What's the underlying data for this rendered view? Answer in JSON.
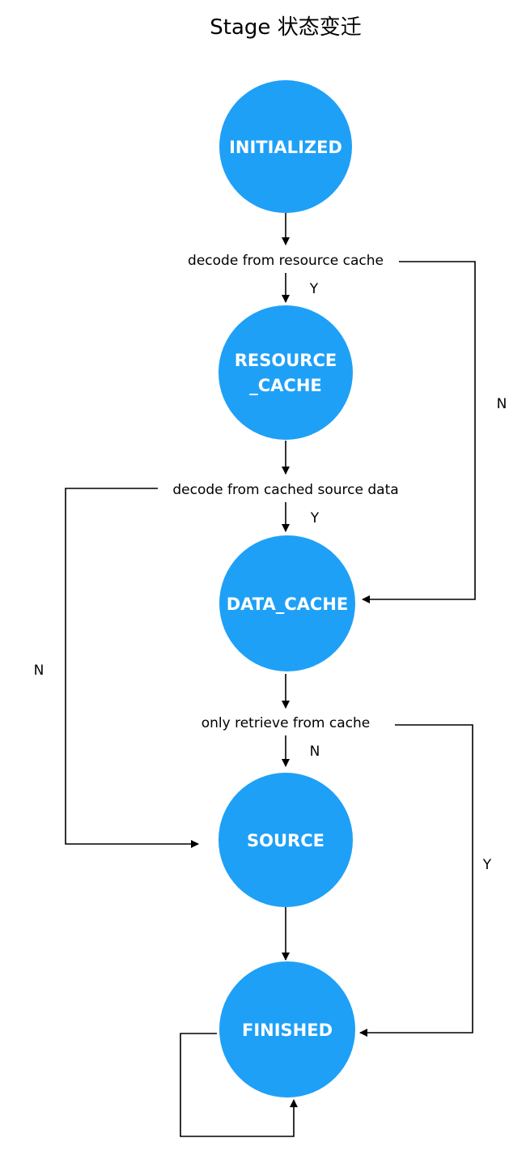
{
  "title": "Stage 状态变迁",
  "colors": {
    "node_fill": "#1ea0f7",
    "node_text": "#ffffff",
    "edge": "#000000"
  },
  "nodes": [
    {
      "id": "initialized",
      "lines": [
        "INITIALIZED"
      ]
    },
    {
      "id": "resource-cache",
      "lines": [
        "RESOURCE",
        "_CACHE"
      ]
    },
    {
      "id": "data-cache",
      "lines": [
        "DATA_CACHE"
      ]
    },
    {
      "id": "source",
      "lines": [
        "SOURCE"
      ]
    },
    {
      "id": "finished",
      "lines": [
        "FINISHED"
      ]
    }
  ],
  "conditions": [
    {
      "id": "decode-resource-cache",
      "text": "decode from resource cache"
    },
    {
      "id": "decode-cached-source",
      "text": "decode from cached  source data"
    },
    {
      "id": "only-retrieve-cache",
      "text": "only retrieve from cache"
    }
  ],
  "branch_labels": {
    "resource_yes": "Y",
    "resource_no": "N",
    "source_data_yes": "Y",
    "source_data_no": "N",
    "retrieve_no": "N",
    "retrieve_yes": "Y"
  }
}
